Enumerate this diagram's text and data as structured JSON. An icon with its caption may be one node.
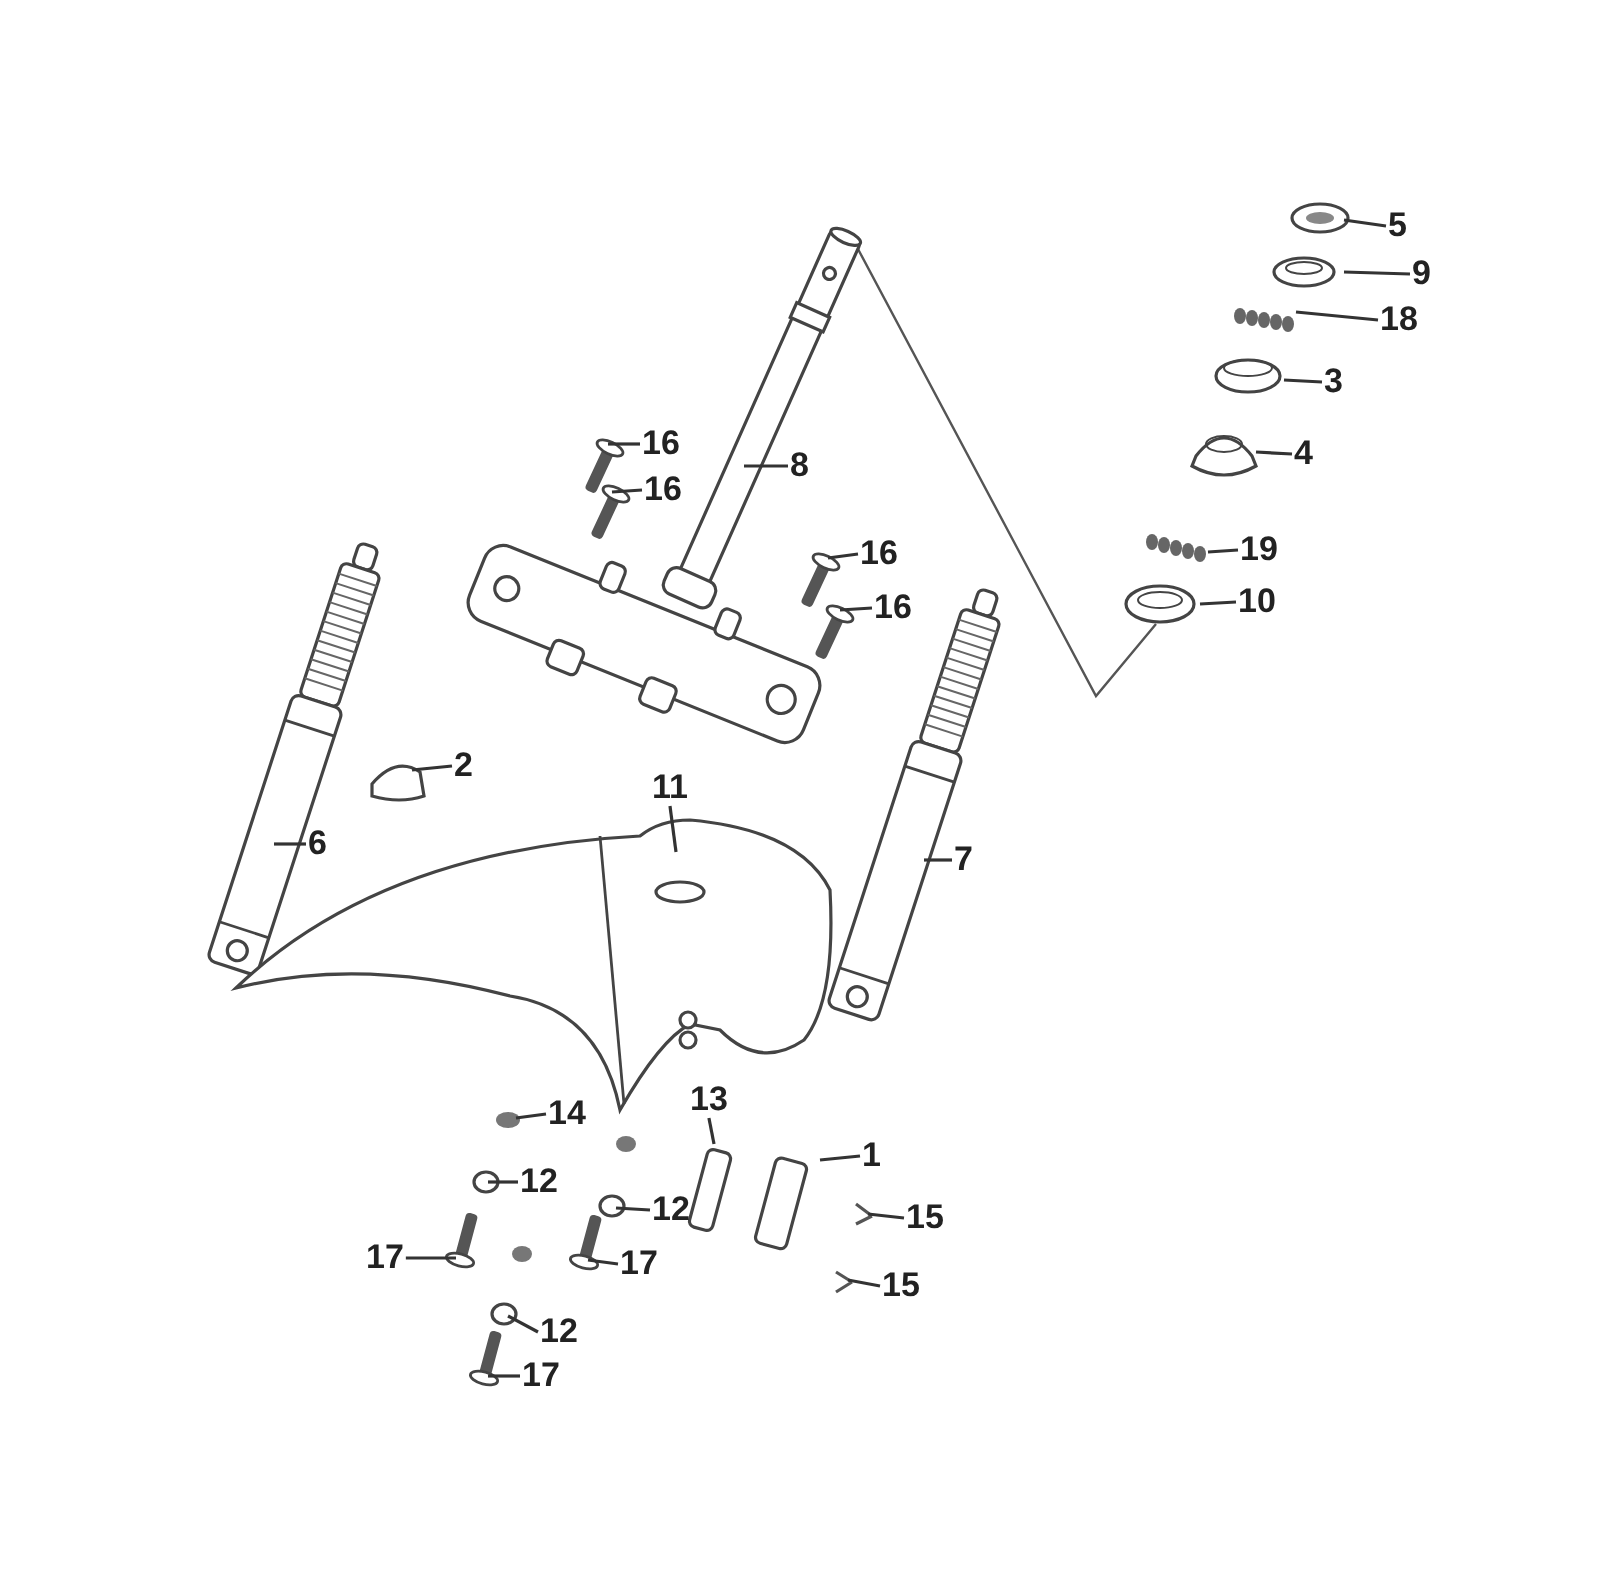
{
  "diagram": {
    "nodes": [
      {
        "text": [
          "5"
        ]
      },
      {
        "text": [
          "9"
        ]
      },
      {
        "text": [
          "18"
        ]
      },
      {
        "text": [
          "3"
        ]
      },
      {
        "text": [
          "4"
        ]
      },
      {
        "text": [
          "19"
        ]
      },
      {
        "text": [
          "10"
        ]
      },
      {
        "text": [
          "8"
        ]
      },
      {
        "text": [
          "16"
        ]
      },
      {
        "text": [
          "16"
        ]
      },
      {
        "text": [
          "16"
        ]
      },
      {
        "text": [
          "16"
        ]
      },
      {
        "text": [
          "2"
        ]
      },
      {
        "text": [
          "6"
        ]
      },
      {
        "text": [
          "11"
        ]
      },
      {
        "text": [
          "7"
        ]
      },
      {
        "text": [
          "14"
        ]
      },
      {
        "text": [
          "13"
        ]
      },
      {
        "text": [
          "1"
        ]
      },
      {
        "text": [
          "12"
        ]
      },
      {
        "text": [
          "12"
        ]
      },
      {
        "text": [
          "15"
        ]
      },
      {
        "text": [
          "17"
        ]
      },
      {
        "text": [
          "17"
        ]
      },
      {
        "text": [
          "12"
        ]
      },
      {
        "text": [
          "15"
        ]
      },
      {
        "text": [
          "17"
        ]
      }
    ],
    "edges": [
      {
        "from": 0,
        "to": null,
        "arrow": "none"
      },
      {
        "from": 1,
        "to": null,
        "arrow": "none"
      },
      {
        "from": 2,
        "to": null,
        "arrow": "none"
      },
      {
        "from": 3,
        "to": null,
        "arrow": "none"
      },
      {
        "from": 4,
        "to": null,
        "arrow": "none"
      },
      {
        "from": 5,
        "to": null,
        "arrow": "none"
      },
      {
        "from": 6,
        "to": null,
        "arrow": "none"
      },
      {
        "from": 7,
        "to": null,
        "arrow": "none"
      },
      {
        "from": 8,
        "to": null,
        "arrow": "none"
      },
      {
        "from": 9,
        "to": null,
        "arrow": "none"
      },
      {
        "from": 10,
        "to": null,
        "arrow": "none"
      },
      {
        "from": 11,
        "to": null,
        "arrow": "none"
      },
      {
        "from": 12,
        "to": null,
        "arrow": "none"
      },
      {
        "from": 13,
        "to": null,
        "arrow": "none"
      },
      {
        "from": 14,
        "to": null,
        "arrow": "none"
      },
      {
        "from": 15,
        "to": null,
        "arrow": "none"
      },
      {
        "from": 16,
        "to": null,
        "arrow": "none"
      },
      {
        "from": 17,
        "to": null,
        "arrow": "none"
      },
      {
        "from": 18,
        "to": null,
        "arrow": "none"
      },
      {
        "from": 19,
        "to": null,
        "arrow": "none"
      },
      {
        "from": 20,
        "to": null,
        "arrow": "none"
      },
      {
        "from": 21,
        "to": null,
        "arrow": "none"
      },
      {
        "from": 22,
        "to": null,
        "arrow": "none"
      },
      {
        "from": 23,
        "to": null,
        "arrow": "none"
      },
      {
        "from": 24,
        "to": null,
        "arrow": "none"
      },
      {
        "from": 25,
        "to": null,
        "arrow": "none"
      },
      {
        "from": 26,
        "to": null,
        "arrow": "none"
      }
    ]
  }
}
